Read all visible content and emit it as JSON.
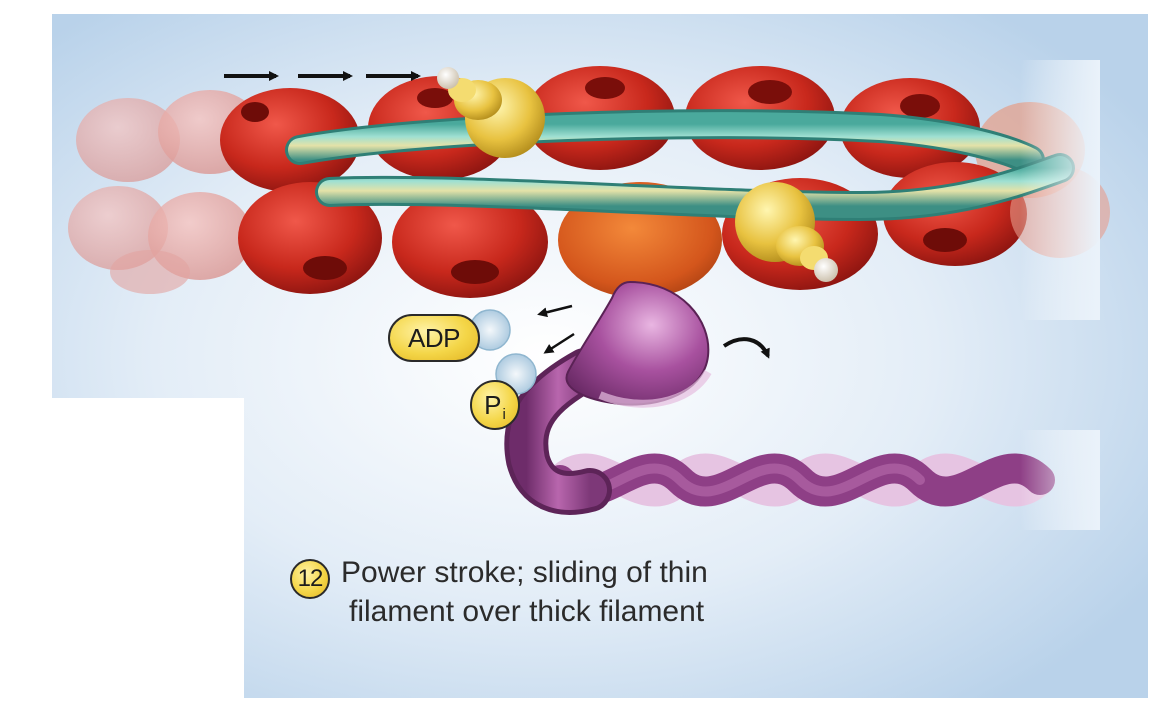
{
  "labels": {
    "adp": "ADP",
    "pi_letter": "P",
    "pi_subscript": "i",
    "step_number": "12",
    "caption_line1": "Power stroke; sliding of thin",
    "caption_line2": "filament over thick filament"
  },
  "colors": {
    "background_blue": "#cfe0f0",
    "actin_red": "#c8281c",
    "actin_faded": "#e8a8a4",
    "tropomyosin_teal": "#6fc7b8",
    "troponin_gold": "#e8c240",
    "myosin_purple": "#8e3f86",
    "myosin_light": "#dcb6d6",
    "badge_yellow": "#f4d648"
  },
  "icons": {
    "motion_arrows": "right-arrow-icon",
    "release_arrows": "down-left-arrow-icon",
    "rotation_arrow": "curved-arrow-icon"
  }
}
